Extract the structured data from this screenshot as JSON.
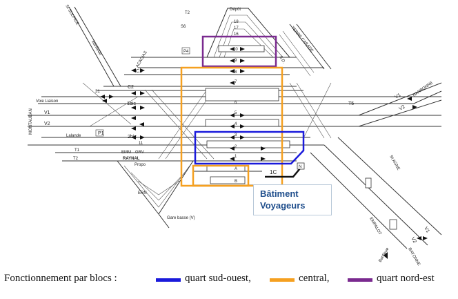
{
  "diagram_labels": {
    "st_sulpice": "St SULPICE",
    "depot": "Dépôt",
    "t2": "T2",
    "s6": "S6",
    "terre_cabade": "TERRE CABADE",
    "acacias": "ACACIAS",
    "p4": "P4",
    "banlieue_top": "Banlieue",
    "sd": "S.D.",
    "narbonne": "NARBONNE",
    "montauban": "MONTAUBAN",
    "voie_liaison": "Voie Liaison",
    "v1_left": "V1",
    "v2_left": "V2",
    "v1_right": "V1",
    "v2_right": "V2",
    "lalande": "Lalande",
    "t5": "T5",
    "c1": "C1",
    "c2": "C2",
    "one_bis": "1bis",
    "two_bis": "2bis",
    "p1": "P1",
    "t1": "T1",
    "t2_left": "T2",
    "emm": "EMM",
    "grv": "GRV",
    "raynal": "RAYNAL",
    "propo": "Propo",
    "ern": "ERN",
    "gare_basse": "Gare basse (V)",
    "st_agne": "St AGNE",
    "empalot": "EMPALOT",
    "banlieue_bottom": "Banlieue",
    "bayonne": "BAYONNE",
    "v1_bottom": "V1",
    "v2_bottom": "V2",
    "track_1": "1",
    "track_2": "2",
    "track_3": "3",
    "track_4": "4",
    "track_5": "5",
    "track_6": "6",
    "track_7": "7",
    "track_8": "8",
    "track_9": "9",
    "track_10": "10",
    "track_16": "16",
    "track_17": "17",
    "track_18": "18",
    "track_a": "A",
    "track_b": "B",
    "track_11": "11",
    "track_31": "31",
    "n5": "N",
    "one_c": "1C"
  },
  "callout": {
    "line1": "Bâtiment",
    "line2": "Voyageurs"
  },
  "legend": {
    "intro": "Fonctionnement par blocs :",
    "item1": "quart sud-ouest,",
    "item2": "central,",
    "item3": "quart nord-est"
  },
  "colors": {
    "quart_sud_ouest": "#1a1adb",
    "central": "#f5a020",
    "quart_nord_est": "#7a2a8f",
    "callout_text": "#1f4e8c"
  }
}
